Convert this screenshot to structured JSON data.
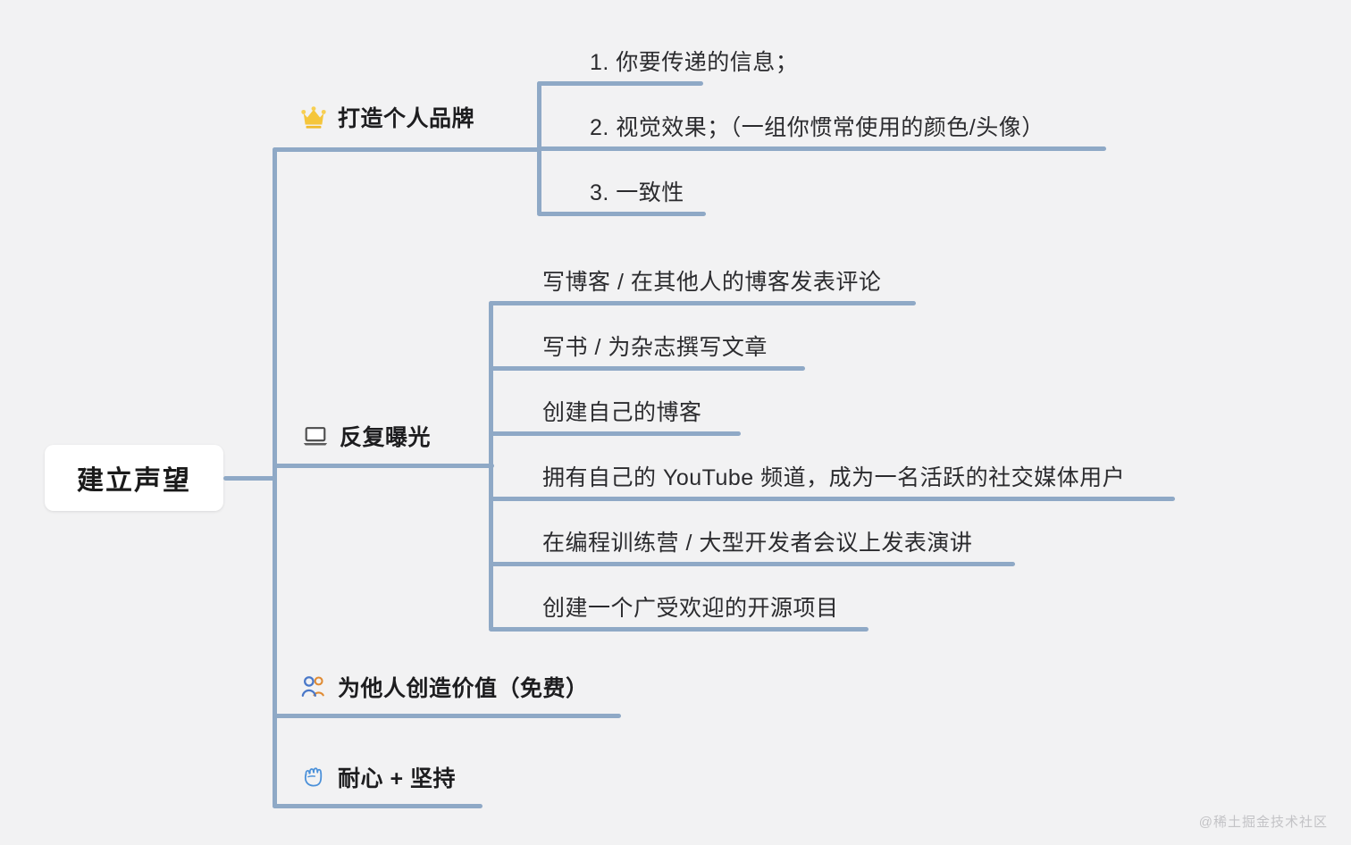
{
  "canvas": {
    "background": "#f2f2f3",
    "line_color": "#8fa9c6",
    "root_bg": "#ffffff"
  },
  "root": {
    "label": "建立声望"
  },
  "watermark": {
    "text": "@稀土掘金技术社区"
  },
  "branches": [
    {
      "id": "personal-brand",
      "icon": "crown-icon",
      "icon_glyph": "👑",
      "icon_color": "#f5c63c",
      "label": "打造个人品牌",
      "children": [
        {
          "text": "1. 你要传递的信息；"
        },
        {
          "text": "2. 视觉效果；（一组你惯常使用的颜色/头像）"
        },
        {
          "text": "3. 一致性"
        }
      ]
    },
    {
      "id": "repeated-exposure",
      "icon": "laptop-icon",
      "icon_glyph": "💻",
      "icon_color": "#4a4a4a",
      "label": "反复曝光",
      "children": [
        {
          "text": "写博客 / 在其他人的博客发表评论"
        },
        {
          "text": "写书 / 为杂志撰写文章"
        },
        {
          "text": "创建自己的博客"
        },
        {
          "text": "拥有自己的 YouTube 频道，成为一名活跃的社交媒体用户"
        },
        {
          "text": "在编程训练营 / 大型开发者会议上发表演讲"
        },
        {
          "text": "创建一个广受欢迎的开源项目"
        }
      ]
    },
    {
      "id": "create-value",
      "icon": "two-people-icon",
      "icon_glyph": "👥",
      "icon_color": "#4a78c8",
      "icon_color_secondary": "#e08b33",
      "label": "为他人创造价值（免费）",
      "children": []
    },
    {
      "id": "patience-persistence",
      "icon": "raised-fist-icon",
      "icon_glyph": "✊",
      "icon_color": "#4a90d9",
      "label": "耐心 + 坚持",
      "children": []
    }
  ]
}
